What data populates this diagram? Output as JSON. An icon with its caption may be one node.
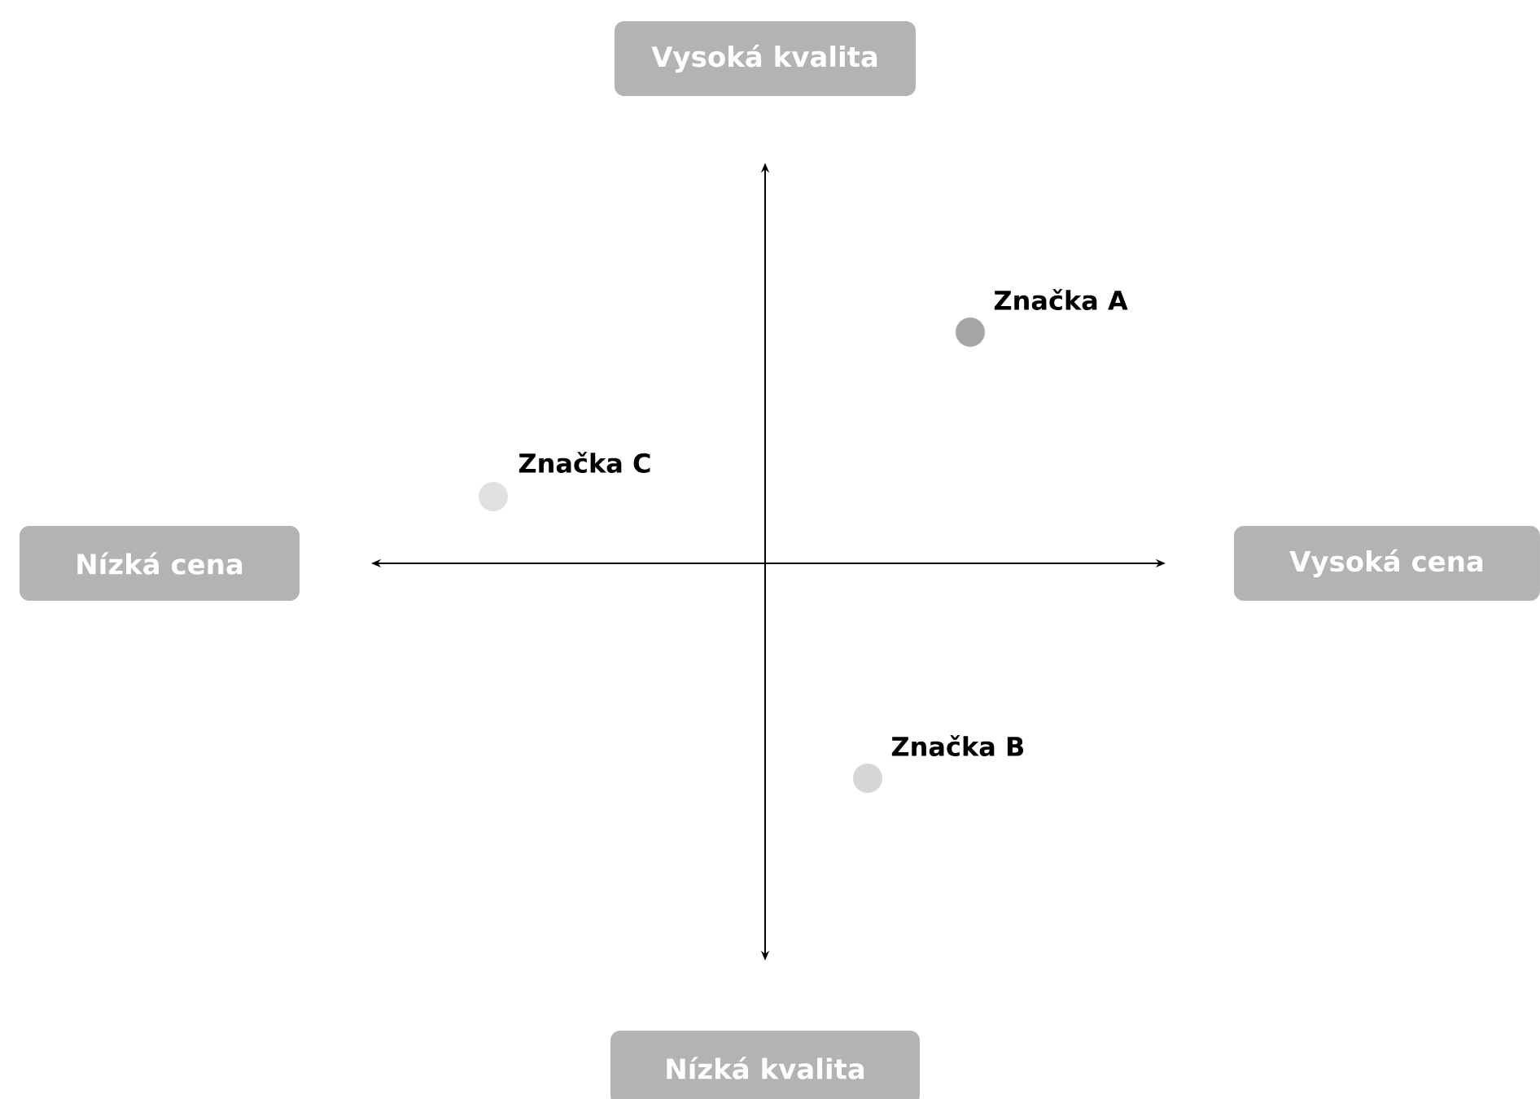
{
  "diagram": {
    "nodes": [
      {
        "text": [
          "Vysoká kvalita"
        ]
      },
      {
        "text": [
          "Nízká cena"
        ]
      },
      {
        "text": [
          "Vysoká cena"
        ]
      },
      {
        "text": [
          "Nízká kvalita"
        ]
      },
      {
        "text": [],
        "shape": "circle",
        "beside": [
          "Značka A"
        ]
      },
      {
        "text": [],
        "shape": "circle",
        "beside": [
          "Značka C"
        ]
      },
      {
        "text": [],
        "shape": "circle",
        "beside": [
          "Značka B"
        ]
      }
    ]
  }
}
